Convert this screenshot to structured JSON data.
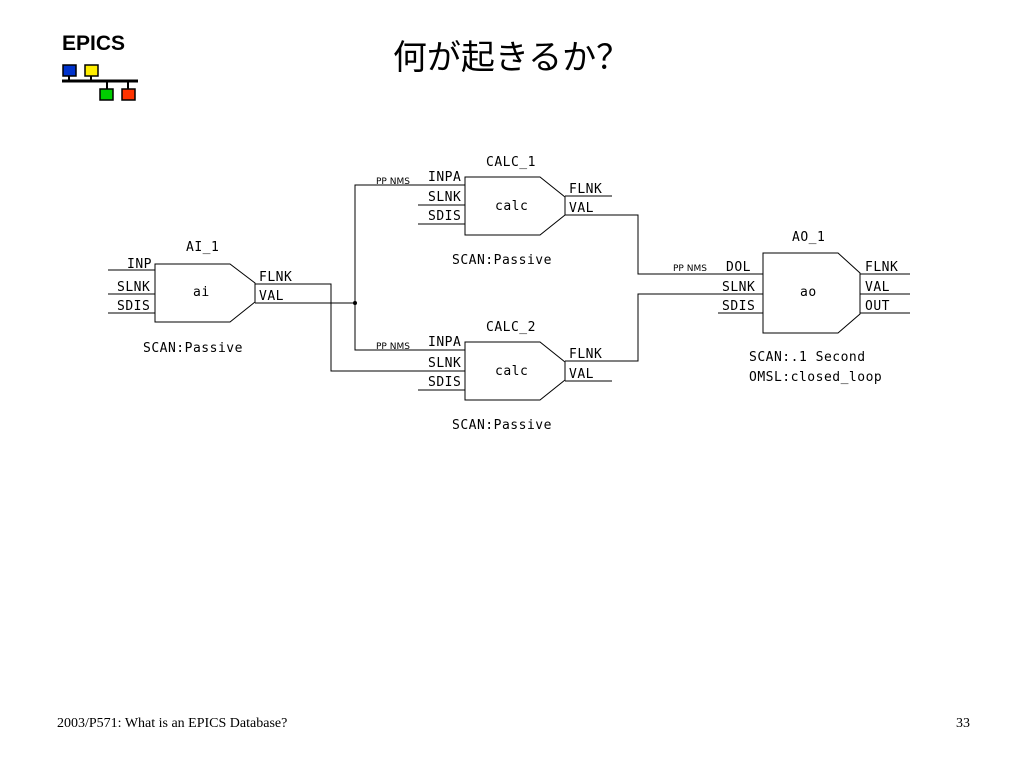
{
  "logo": {
    "text": "EPICS",
    "colors": {
      "blue": "#0033cc",
      "yellow": "#ffee00",
      "green": "#00cc00",
      "red": "#ff3300"
    }
  },
  "title": "何が起きるか？",
  "footer": {
    "course": "2003/P571: What is an EPICS Database?",
    "page": "33"
  },
  "diagram": {
    "ai1": {
      "name": "AI_1",
      "type": "ai",
      "inputs": [
        "INP",
        "SLNK",
        "SDIS"
      ],
      "outputs": [
        "FLNK",
        "VAL"
      ],
      "scan": "SCAN:Passive"
    },
    "calc1": {
      "name": "CALC_1",
      "type": "calc",
      "inputs": [
        "INPA",
        "SLNK",
        "SDIS"
      ],
      "outputs": [
        "FLNK",
        "VAL"
      ],
      "scan": "SCAN:Passive",
      "link": "PP NMS"
    },
    "calc2": {
      "name": "CALC_2",
      "type": "calc",
      "inputs": [
        "INPA",
        "SLNK",
        "SDIS"
      ],
      "outputs": [
        "FLNK",
        "VAL"
      ],
      "scan": "SCAN:Passive",
      "link": "PP NMS"
    },
    "ao1": {
      "name": "AO_1",
      "type": "ao",
      "inputs": [
        "DOL",
        "SLNK",
        "SDIS"
      ],
      "outputs": [
        "FLNK",
        "VAL",
        "OUT"
      ],
      "scan": "SCAN:.1 Second",
      "omsl": "OMSL:closed_loop",
      "link": "PP NMS"
    }
  }
}
